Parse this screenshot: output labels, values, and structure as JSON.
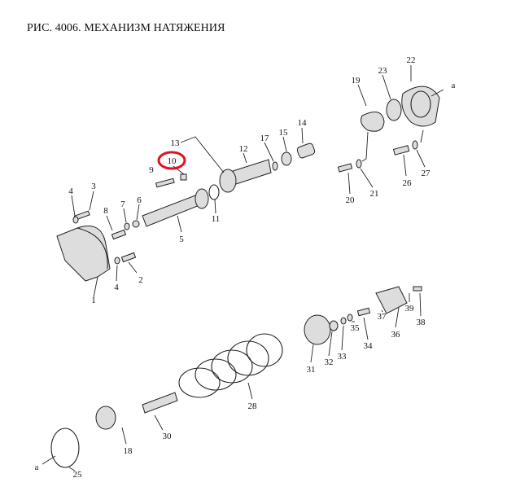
{
  "title": "РИС. 4006. МЕХАНИЗМ НАТЯЖЕНИЯ",
  "highlight_color": "#e0141e",
  "highlighted_part": "10",
  "labels": {
    "a_top": "a",
    "p22": "22",
    "p23": "23",
    "p19": "19",
    "p14": "14",
    "p15": "15",
    "p17": "17",
    "p12": "12",
    "p13": "13",
    "p10": "10",
    "p9": "9",
    "p3": "3",
    "p4a": "4",
    "p8": "8",
    "p7": "7",
    "p6": "6",
    "p11": "11",
    "p5": "5",
    "p2": "2",
    "p4b": "4",
    "p1": "1",
    "p20": "20",
    "p21": "21",
    "p26": "26",
    "p27": "27",
    "p38": "38",
    "p39": "39",
    "p36": "36",
    "p37": "37",
    "p34": "34",
    "p35": "35",
    "p33": "33",
    "p32": "32",
    "p31": "31",
    "p28": "28",
    "p30": "30",
    "p18": "18",
    "p25": "25",
    "a_bottom": "a"
  }
}
